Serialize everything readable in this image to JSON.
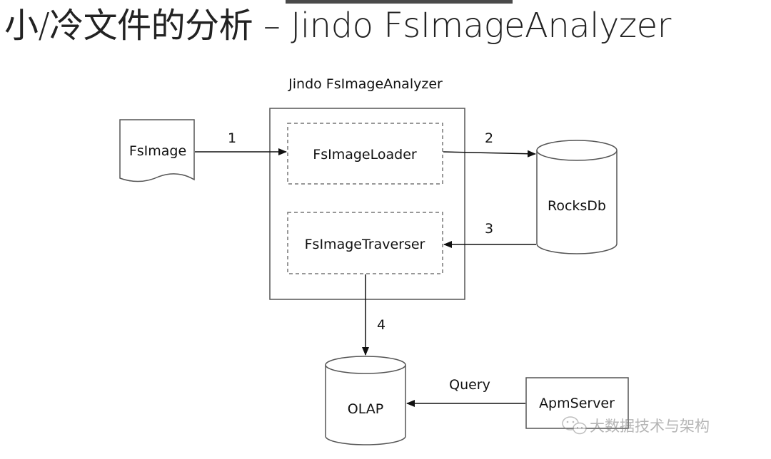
{
  "title": "小/冷文件的分析 – Jindo FsImageAnalyzer",
  "diagram": {
    "container_label": "Jindo FsImageAnalyzer",
    "nodes": {
      "fsimage": "FsImage",
      "loader": "FsImageLoader",
      "traverser": "FsImageTraverser",
      "rocksdb": "RocksDb",
      "olap": "OLAP",
      "apmserver": "ApmServer"
    },
    "edges": {
      "e1": "1",
      "e2": "2",
      "e3": "3",
      "e4": "4",
      "query": "Query"
    }
  },
  "watermark": "大数据技术与架构"
}
